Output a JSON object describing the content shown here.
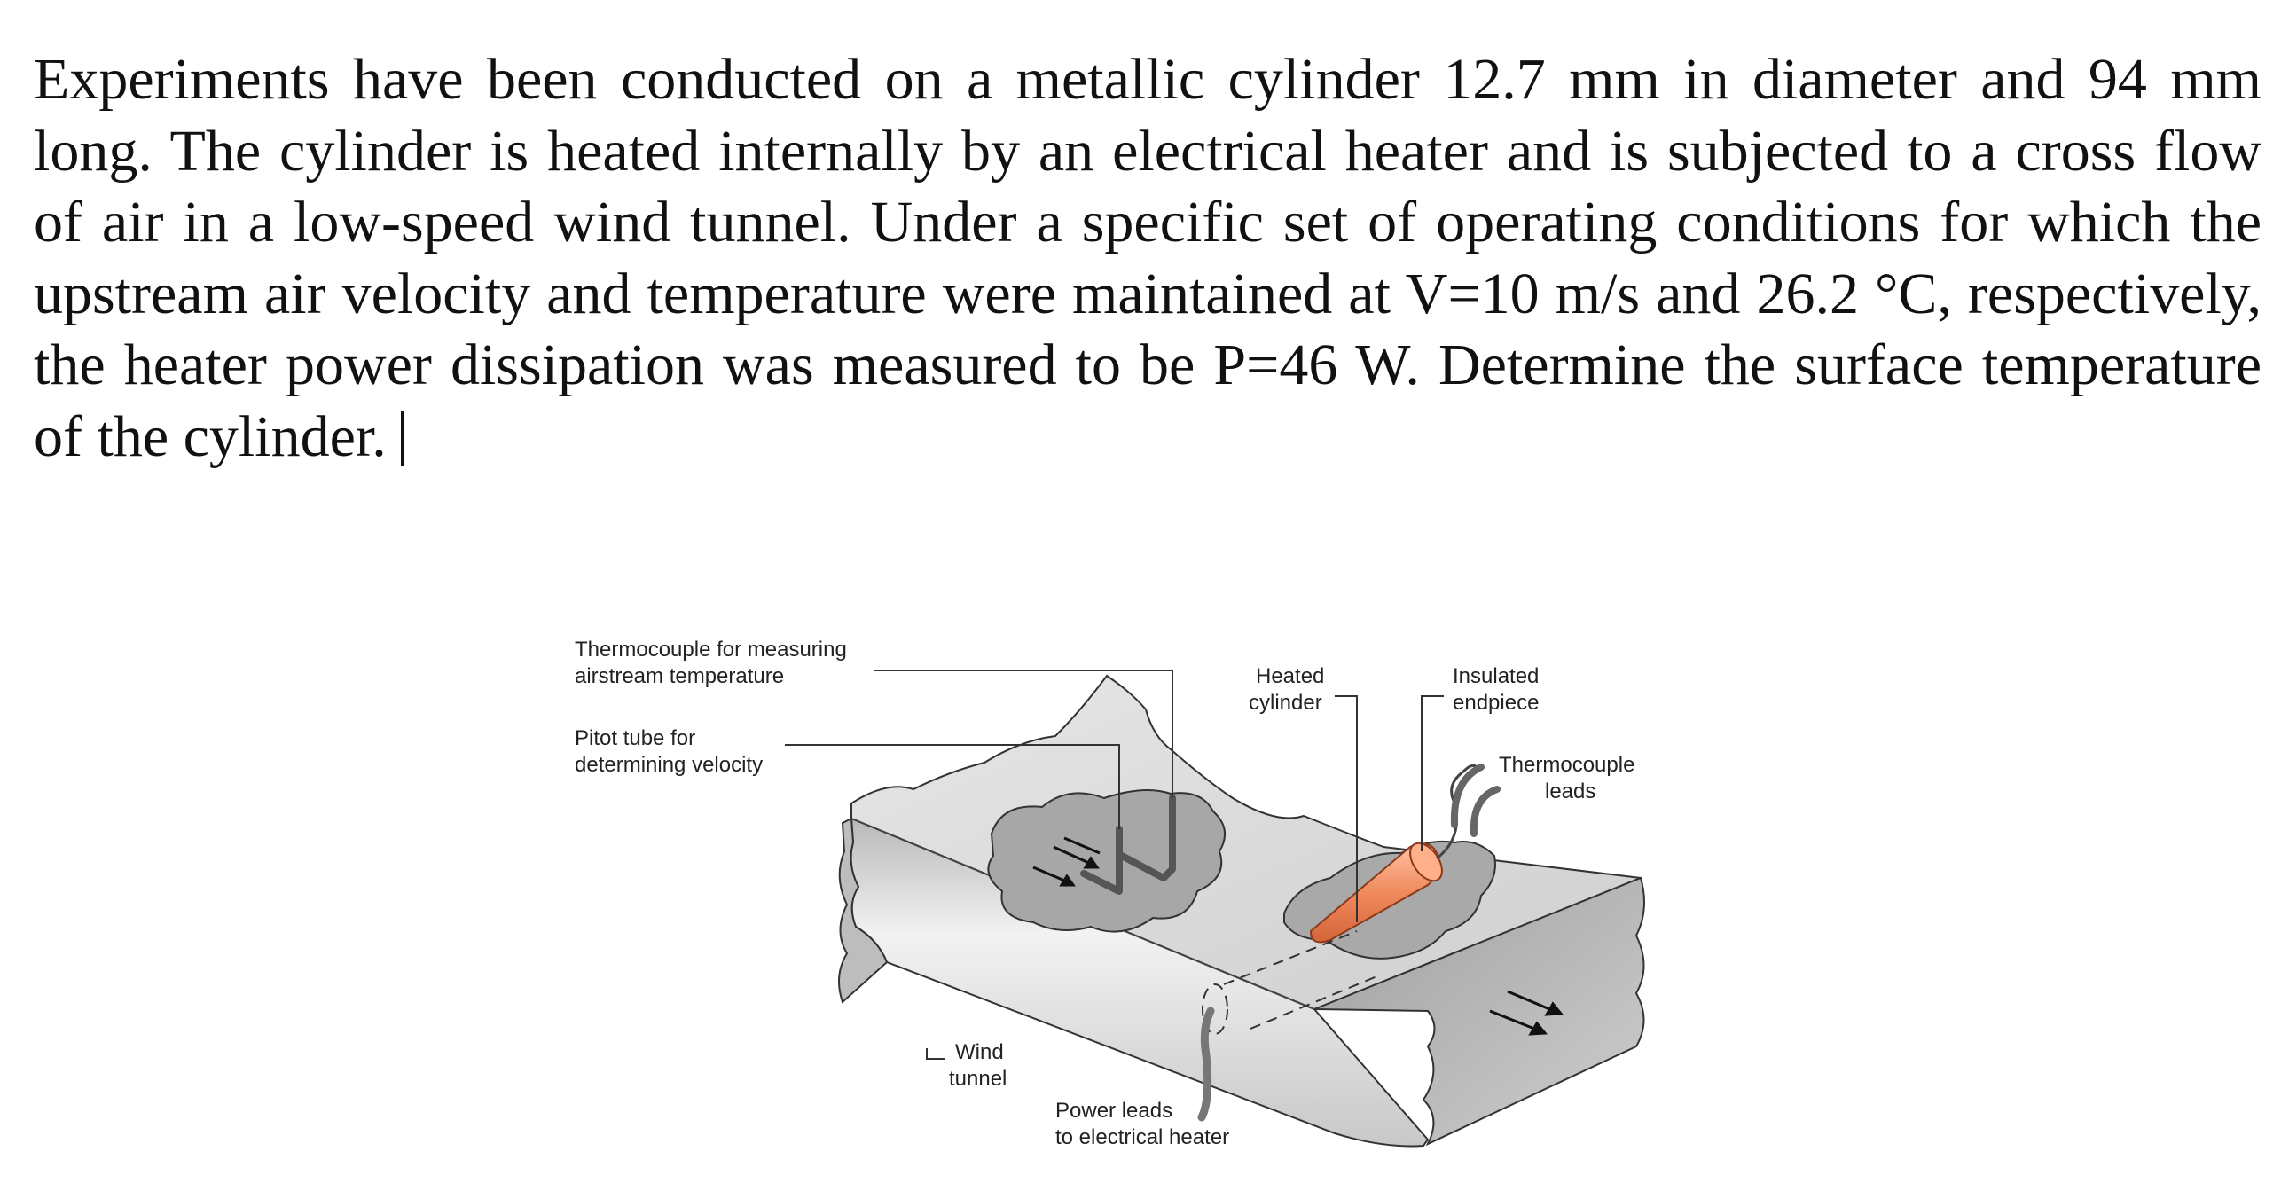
{
  "problem": {
    "text": "Experiments have been conducted on a metallic cylinder 12.7 mm in diameter and 94 mm long. The cylinder is heated internally by an electrical heater and is subjected to a cross flow of air in a low-speed wind tunnel. Under a specific set of operating conditions for which the upstream air velocity and temperature were maintained at V=10 m/s and 26.2 °C, respectively, the heater power dissipation was measured to be P=46 W. Determine the surface temperature of the cylinder."
  },
  "figure": {
    "labels": {
      "thermocouple_airstream_1": "Thermocouple for measuring",
      "thermocouple_airstream_2": "airstream temperature",
      "pitot_1": "Pitot tube for",
      "pitot_2": "determining velocity",
      "heated_1": "Heated",
      "heated_2": "cylinder",
      "insulated_1": "Insulated",
      "insulated_2": "endpiece",
      "tc_leads_1": "Thermocouple",
      "tc_leads_2": "leads",
      "wind_1": "Wind",
      "wind_2": "tunnel",
      "power_1": "Power leads",
      "power_2": "to electrical heater"
    },
    "colors": {
      "cylinder": "#f08a5d",
      "tunnel_top": "#dcdcdc",
      "tunnel_front": "#c2c2c2",
      "cutout": "#a9a9a9"
    }
  }
}
